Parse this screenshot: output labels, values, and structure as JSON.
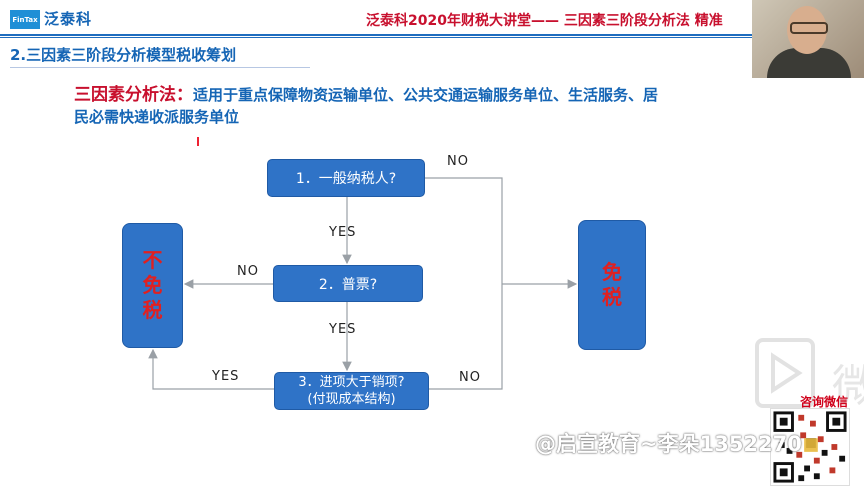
{
  "header": {
    "logo_badge": "FinTax",
    "logo_text": "泛泰科",
    "course_title": "泛泰科2020年财税大讲堂—— 三因素三阶段分析法 精准"
  },
  "section_title": "2.三因素三阶段分析模型税收筹划",
  "intro": {
    "lead": "三因素分析法：",
    "body": "适用于重点保障物资运输单位、公共交通运输服务单位、生活服务、居民必需快递收派服务单位"
  },
  "flow": {
    "q1": "1．一般纳税人?",
    "q2": "2．普票?",
    "q3_line1": "3．进项大于销项?",
    "q3_line2": "(付现成本结构)",
    "left_box": [
      "不",
      "免",
      "税"
    ],
    "right_box": [
      "免",
      "税"
    ],
    "labels": {
      "q1_no": "NO",
      "q1_yes": "YES",
      "q2_no": "NO",
      "q2_yes": "YES",
      "q3_yes": "YES",
      "q3_no": "NO"
    }
  },
  "overlay": {
    "watermark": "@启宣教育~李朵1352270",
    "consult": "咨询微信",
    "wm_char": "微"
  },
  "colors": {
    "box_blue": "#2f73c7",
    "title_red": "#c8102e",
    "text_blue": "#1565b5",
    "arrow_gray": "#9aa0a6"
  }
}
